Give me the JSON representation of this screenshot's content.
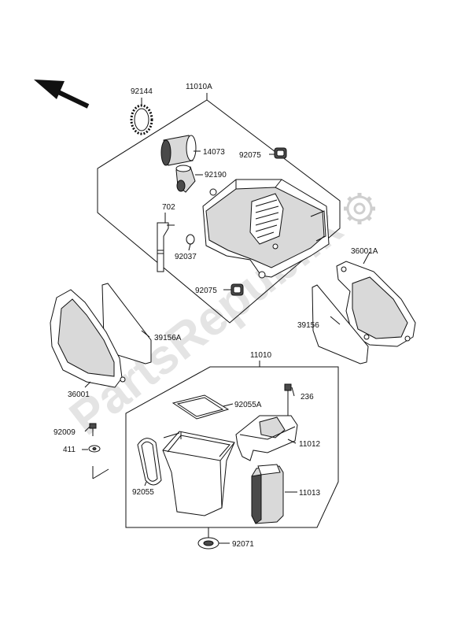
{
  "watermark": "PartsRepublik",
  "colors": {
    "ink": "#111111",
    "watermark": "#e4e4e4",
    "shade": "#d9d9d9"
  },
  "icons": {
    "direction": "arrow-up-left-icon",
    "logo": "gear-icon"
  },
  "labels": {
    "l92144": "92144",
    "l11010A": "11010A",
    "l14073": "14073",
    "l92075a": "92075",
    "l92190": "92190",
    "l702": "702",
    "l92037": "92037",
    "l92075b": "92075",
    "l36001A": "36001A",
    "l39156A": "39156A",
    "l39156": "39156",
    "l36001": "36001",
    "l11010": "11010",
    "l236": "236",
    "l92055A": "92055A",
    "l92009": "92009",
    "l411": "411",
    "l11012": "11012",
    "l92055": "92055",
    "l11013": "11013",
    "l92071": "92071"
  }
}
